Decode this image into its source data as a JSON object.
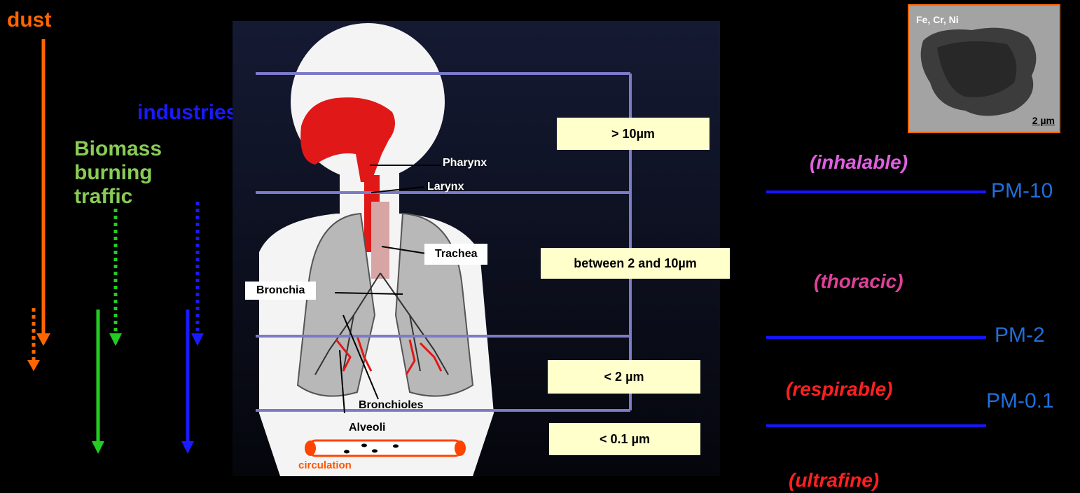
{
  "sources": {
    "dust": "dust",
    "industries": "industries",
    "biomass": [
      "Biomass",
      "burning",
      "traffic"
    ]
  },
  "anatomy": {
    "pharynx": "Pharynx",
    "larynx": "Larynx",
    "trachea": "Trachea",
    "bronchia": "Bronchia",
    "bronchioles": "Bronchioles",
    "alveoli": "Alveoli",
    "circulation": "circulation"
  },
  "size_boxes": [
    "> 10µm",
    "between 2 and 10µm",
    "< 2 µm",
    "< 0.1 µm"
  ],
  "fractions": {
    "inhalable": "(inhalable)",
    "thoracic": "(thoracic)",
    "respirable": "(respirable)",
    "ultrafine": "(ultrafine)"
  },
  "pm_labels": {
    "pm10": "PM-10",
    "pm2": "PM-2",
    "pm01": "PM-0.1"
  },
  "micrograph": {
    "elements": "Fe, Cr, Ni",
    "scale": "2 µm"
  },
  "colors": {
    "dust": "#ff6600",
    "industries": "#1a1aff",
    "biomass": "#88cc55",
    "green_arrow": "#22cc22",
    "inhalable": "#e060e0",
    "thoracic": "#e0409a",
    "respirable": "#ff2020",
    "ultrafine": "#ff2020",
    "pm_line": "#1515ff",
    "pm_text": "#1f6fdc",
    "size_box": "#ffffcc",
    "level_line": "#7b7bc8"
  }
}
